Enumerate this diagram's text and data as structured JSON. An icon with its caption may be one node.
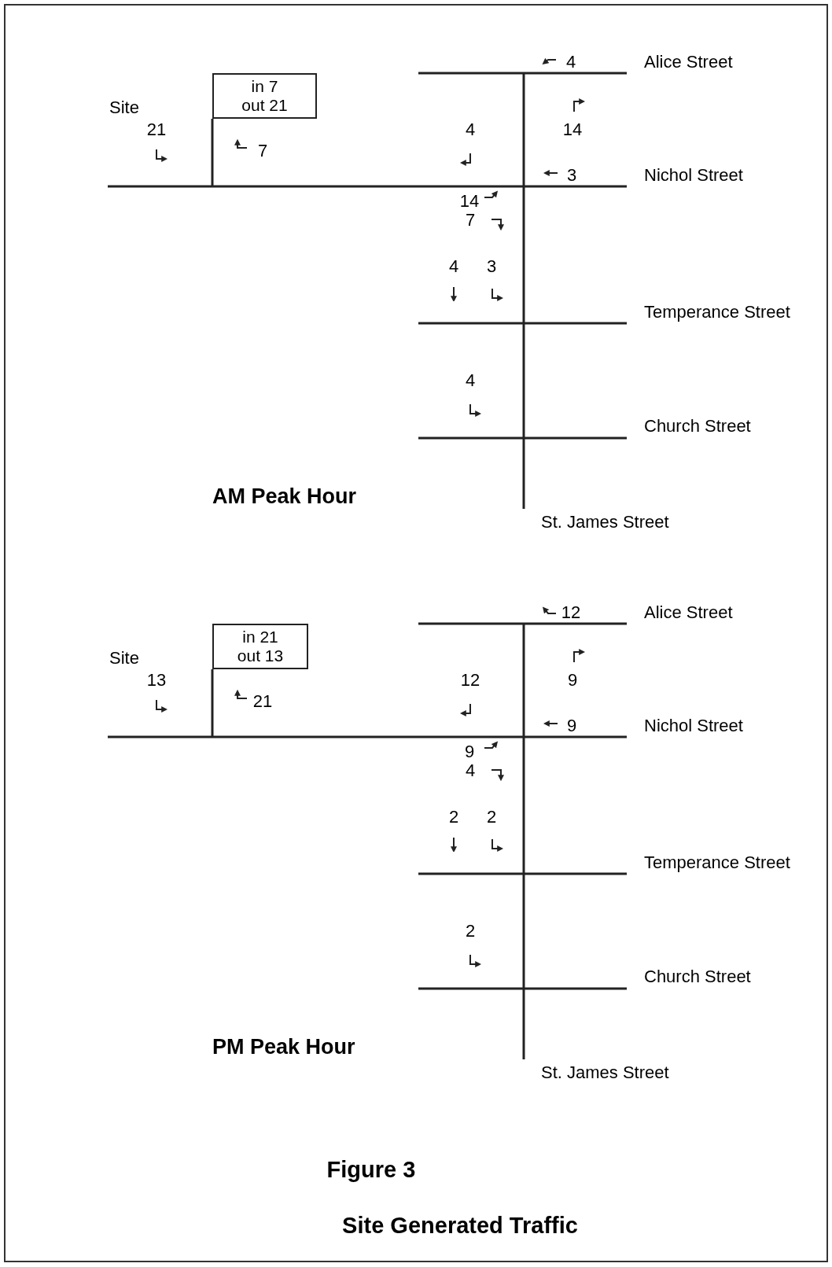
{
  "diagram": {
    "title": "Figure 3",
    "caption": "Site Generated Traffic",
    "nodes": [
      {
        "text": [
          "in 7",
          "out 21"
        ]
      },
      {
        "text": [
          "in 21",
          "out 13"
        ]
      }
    ],
    "labels": [
      "4",
      "Alice Street",
      "Site",
      "21",
      "4",
      "14",
      "7",
      "3",
      "Nichol Street",
      "14",
      "7",
      "4",
      "3",
      "Temperance Street",
      "4",
      "Church Street",
      "AM Peak Hour",
      "St. James Street",
      "12",
      "Alice Street",
      "Site",
      "13",
      "12",
      "9",
      "21",
      "9",
      "Nichol Street",
      "9",
      "4",
      "2",
      "2",
      "Temperance Street",
      "2",
      "Church Street",
      "PM Peak Hour",
      "St. James Street"
    ]
  }
}
